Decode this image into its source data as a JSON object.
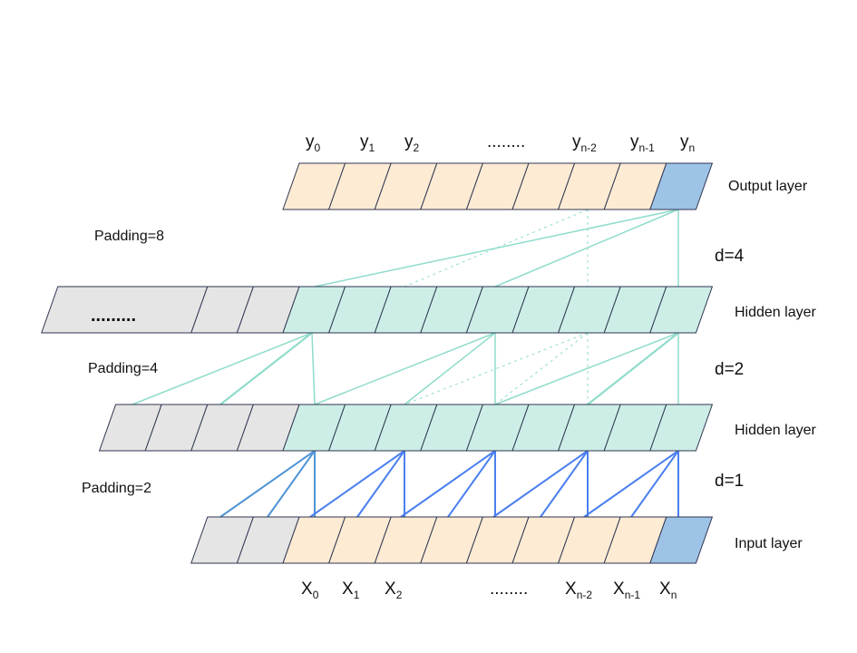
{
  "colors": {
    "orange_cell": "#fdebd3",
    "blue_cell": "#9dc3e6",
    "teal_cell": "#cdeee6",
    "grey_cell": "#e5e5e5",
    "cell_border": "#2e3550",
    "teal_link": "#8fdccb",
    "blue_link": "#4a7ff0",
    "blue_link_pad": "#4f94d6"
  },
  "layers": {
    "output": {
      "label": "Output layer"
    },
    "hidden1": {
      "label": "Hidden layer",
      "padding_label": "Padding=8",
      "ellipsis": "........."
    },
    "hidden2": {
      "label": "Hidden layer",
      "padding_label": "Padding=4"
    },
    "input": {
      "label": "Input layer",
      "padding_label": "Padding=2"
    }
  },
  "dilations": [
    "d=4",
    "d=2",
    "d=1"
  ],
  "output_labels": [
    {
      "base": "y",
      "sub": "0"
    },
    {
      "base": "y",
      "sub": "1"
    },
    {
      "base": "y",
      "sub": "2"
    },
    {
      "base": "........",
      "sub": ""
    },
    {
      "base": "y",
      "sub": "n-2"
    },
    {
      "base": "y",
      "sub": "n-1"
    },
    {
      "base": "y",
      "sub": "n"
    }
  ],
  "input_labels": [
    {
      "base": "X",
      "sub": "0"
    },
    {
      "base": "X",
      "sub": "1"
    },
    {
      "base": "X",
      "sub": "2"
    },
    {
      "base": "........",
      "sub": ""
    },
    {
      "base": "X",
      "sub": "n-2"
    },
    {
      "base": "X",
      "sub": "n-1"
    },
    {
      "base": "X",
      "sub": "n"
    }
  ]
}
